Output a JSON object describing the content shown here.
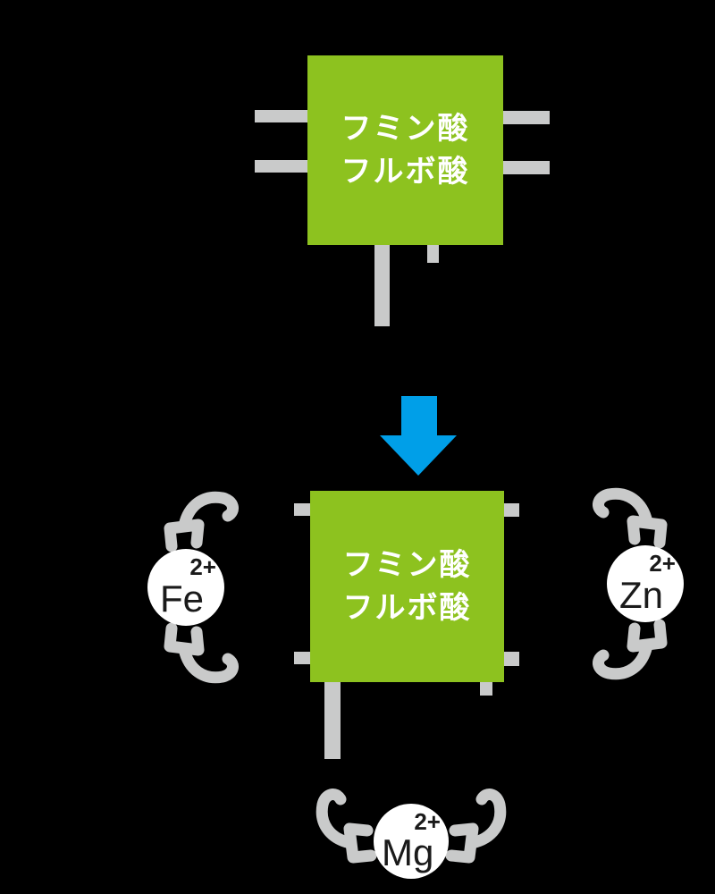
{
  "colors": {
    "background": "#000000",
    "box_green": "#8dc21f",
    "arrow_blue": "#009fe8",
    "bond_gray": "#c9caca",
    "ion_circle": "#ffffff",
    "ion_text": "#1a1a1a",
    "box_text": "#ffffff"
  },
  "icons": {
    "arrow": "down-arrow-icon",
    "claw": "chelate-claw-icon",
    "bond": "bond-line"
  },
  "top_box": {
    "lines": [
      "フミン酸",
      "フルボ酸"
    ]
  },
  "bottom_box": {
    "lines": [
      "フミン酸",
      "フルボ酸"
    ]
  },
  "ions": {
    "fe": {
      "symbol": "Fe",
      "charge": "2+"
    },
    "zn": {
      "symbol": "Zn",
      "charge": "2+"
    },
    "mg": {
      "symbol": "Mg",
      "charge": "2+"
    }
  }
}
